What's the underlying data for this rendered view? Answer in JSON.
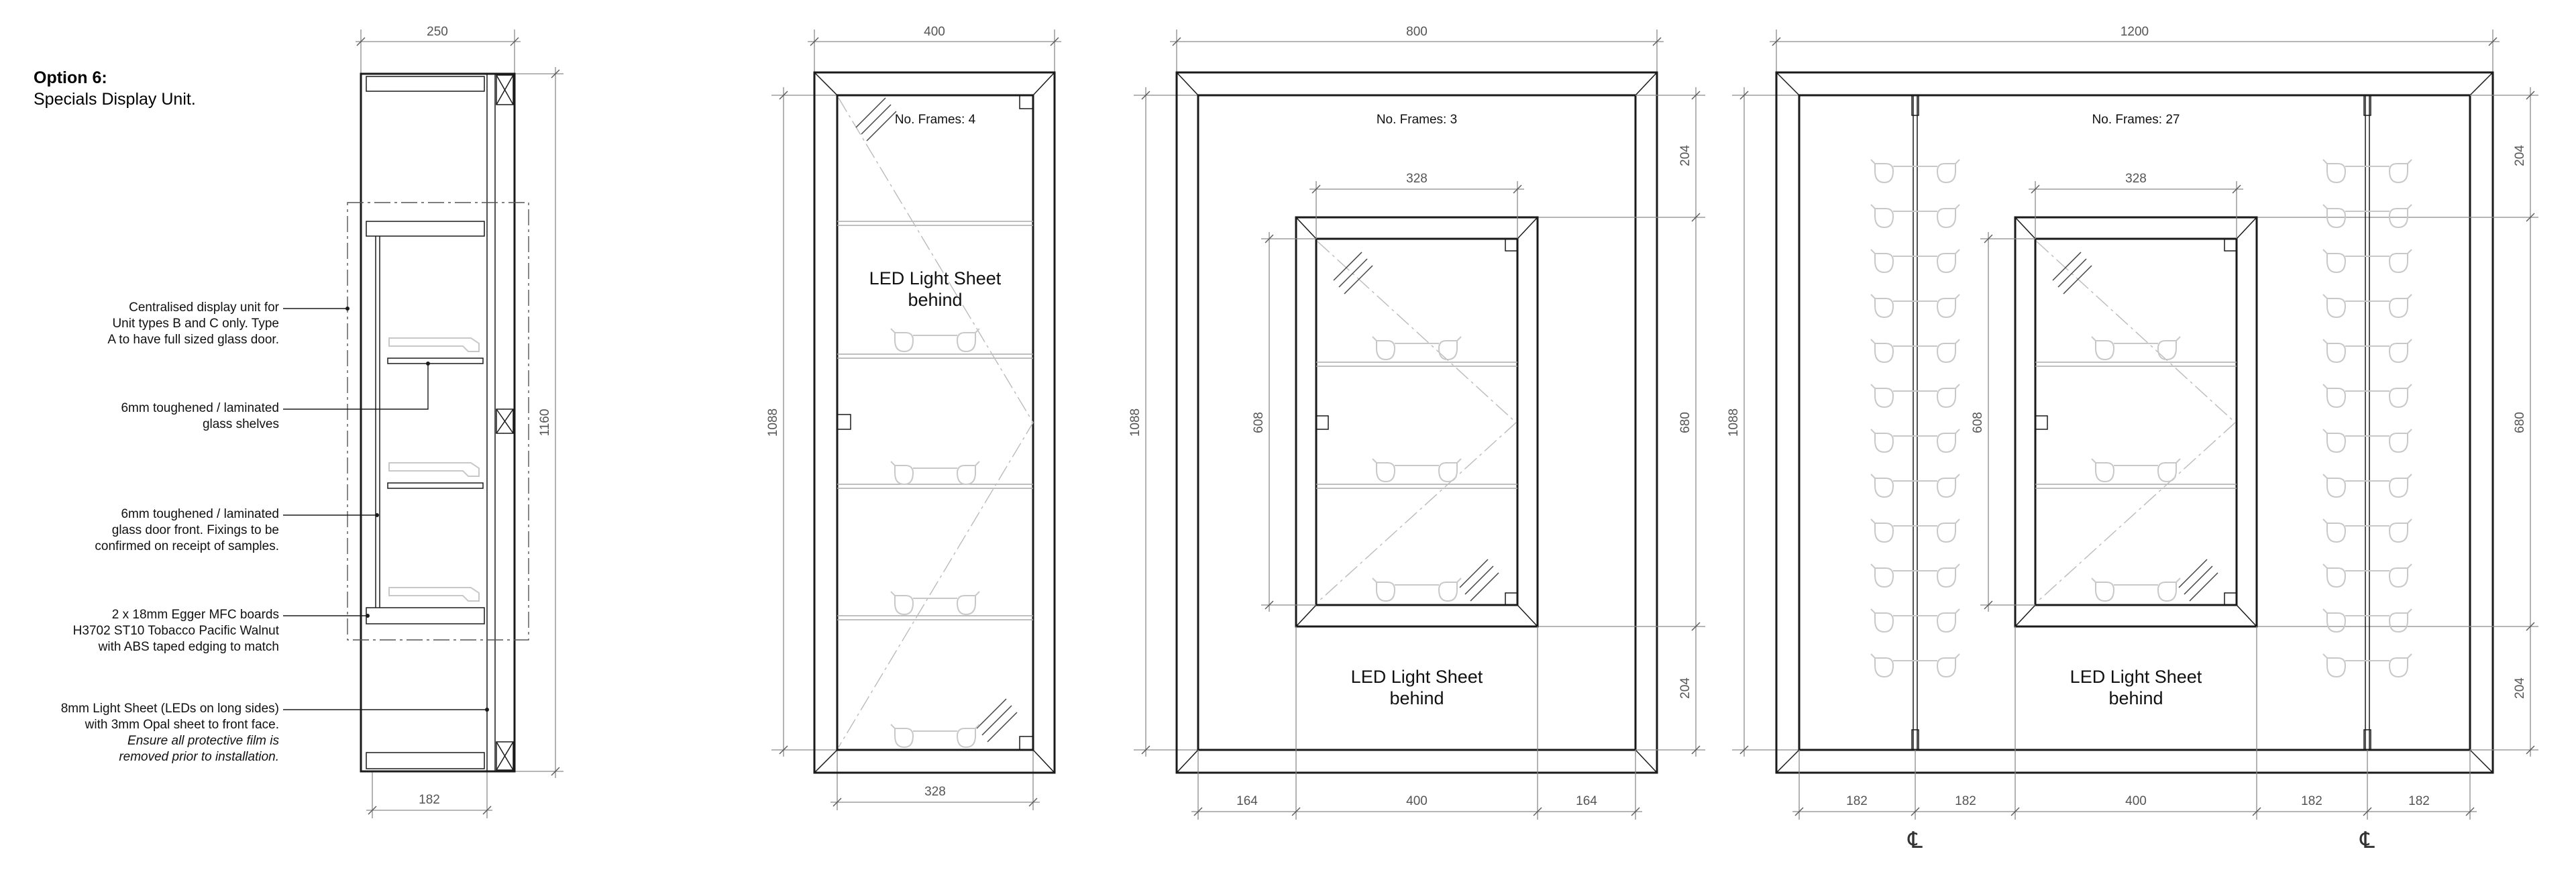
{
  "title": {
    "heading": "Option 6:",
    "subheading": "Specials Display Unit."
  },
  "section_view": {
    "dim_width_top": "250",
    "dim_width_bottom": "182",
    "dim_height": "1160",
    "notes": [
      [
        "Centralised display unit for",
        "Unit types B and C only. Type",
        "A to have full sized glass door."
      ],
      [
        "6mm toughened / laminated",
        "glass shelves"
      ],
      [
        "6mm toughened / laminated",
        "glass door front. Fixings to be",
        "confirmed on receipt of samples."
      ],
      [
        "2 x 18mm Egger MFC boards",
        "H3702 ST10 Tobacco Pacific Walnut",
        "with ABS taped edging to match"
      ],
      [
        "8mm Light Sheet (LEDs on long sides)",
        "with 3mm Opal sheet to front face."
      ],
      [
        "Ensure all protective film is",
        "removed prior to installation."
      ]
    ]
  },
  "unit_400": {
    "dim_width_top": "400",
    "dim_width_bottom": "328",
    "dim_height": "1088",
    "frames_label": "No. Frames: 4",
    "led_label": [
      "LED Light Sheet",
      "behind"
    ]
  },
  "unit_800": {
    "dim_width_top": "800",
    "dim_door_width": "328",
    "dim_height": "1088",
    "dim_door_height": "608",
    "dim_right": [
      "204",
      "680",
      "204"
    ],
    "dim_bottom": [
      "164",
      "400",
      "164"
    ],
    "frames_label": "No. Frames: 3",
    "led_label": [
      "LED Light Sheet",
      "behind"
    ]
  },
  "unit_1200": {
    "dim_width_top": "1200",
    "dim_door_width": "328",
    "dim_height": "1088",
    "dim_door_height": "608",
    "dim_right": [
      "204",
      "680",
      "204"
    ],
    "dim_bottom": [
      "182",
      "182",
      "400",
      "182",
      "182"
    ],
    "frames_label": "No. Frames: 27",
    "led_label": [
      "LED Light Sheet",
      "behind"
    ],
    "centerline_symbol": "℄"
  }
}
